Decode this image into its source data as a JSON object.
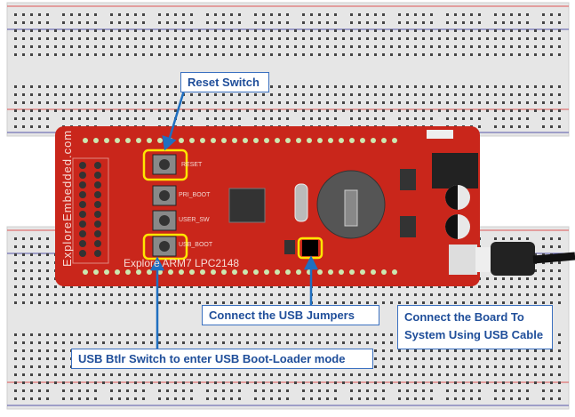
{
  "callouts": {
    "reset": "Reset Switch",
    "usb_jumpers": "Connect the USB Jumpers",
    "usb_cable_line1": "Connect the Board To",
    "usb_cable_line2": "System Using USB Cable",
    "usb_boot": "USB Btlr Switch to enter USB Boot-Loader mode"
  },
  "board": {
    "brand": "ExploreEmbedded.com",
    "model": "Explore ARM7 LPC2148",
    "buttons": [
      "RESET",
      "PRI_BOOT",
      "USER_SW",
      "USB_BOOT"
    ],
    "color": "#c9261b"
  },
  "colors": {
    "callout_border": "#3a70c0",
    "callout_text": "#1f4e9a",
    "highlight": "#ffe600",
    "arrow": "#1f6fc0"
  }
}
